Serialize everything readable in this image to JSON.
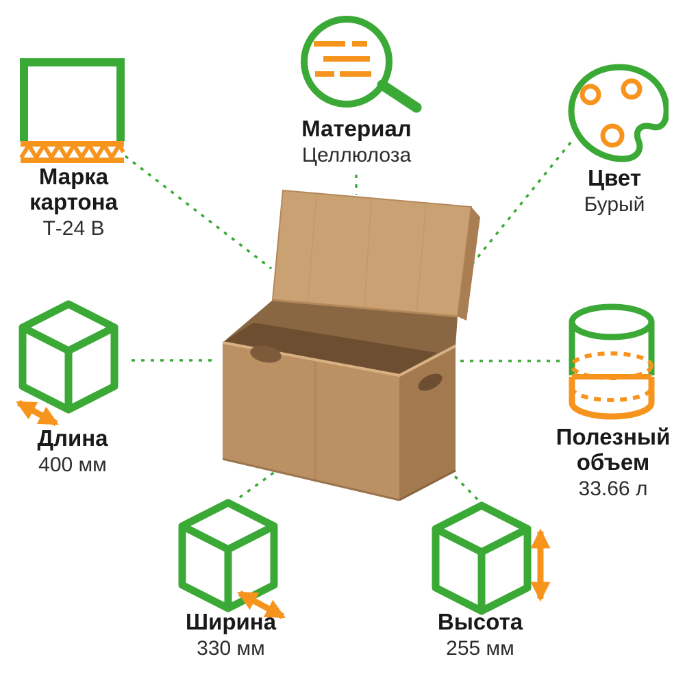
{
  "colors": {
    "accent_green": "#3aa935",
    "accent_orange": "#f7941e",
    "box_front_brown": "#bb9063",
    "box_side_brown": "#a3794f",
    "box_lid_brown": "#c9a172",
    "box_interior_brown": "#8a6743",
    "text_dark": "#191919"
  },
  "features": {
    "grade": {
      "label": "Марка картона",
      "value": "Т-24 В"
    },
    "material": {
      "label": "Материал",
      "value": "Целлюлоза"
    },
    "color": {
      "label": "Цвет",
      "value": "Бурый"
    },
    "length": {
      "label": "Длина",
      "value": "400 мм"
    },
    "volume": {
      "label": "Полезный объем",
      "value": "33.66 л"
    },
    "width": {
      "label": "Ширина",
      "value": "330 мм"
    },
    "height": {
      "label": "Высота",
      "value": "255 мм"
    }
  },
  "icons": {
    "grade": "corrugated-board-icon",
    "material": "magnifier-fibers-icon",
    "color": "palette-icon",
    "length": "cube-length-arrow-icon",
    "volume": "cylinder-volume-icon",
    "width": "cube-width-arrow-icon",
    "height": "cube-height-arrow-icon"
  },
  "product": {
    "illustration": "open-cardboard-box"
  }
}
